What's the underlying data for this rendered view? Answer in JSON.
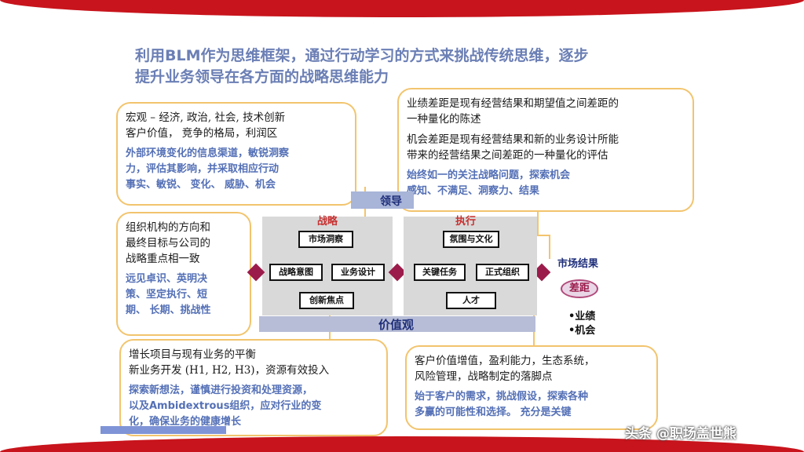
{
  "title": {
    "line1": "利用BLM作为思维框架，通过行动学习的方式来挑战传统思维，逐步",
    "line2": "提升业务领导在各方面的战略思维能力"
  },
  "callouts": {
    "macro": {
      "line1": "宏观 – 经济, 政治, 社会, 技术创新",
      "line2": "客户价值， 竞争的格局，利润区",
      "blue1": "外部环境变化的信息渠道，敏锐洞察",
      "blue2": "力，评估其影响，并采取相应行动",
      "blue3": "事实、敏锐、 变化、 威胁、机会"
    },
    "gap_def": {
      "line1": "业绩差距是现有经营结果和期望值之间差距的",
      "line2": "一种量化的陈述",
      "line3": "机会差距是现有经营结果和新的业务设计所能",
      "line4": "带来的经营结果之间差距的一种量化的评估",
      "blue1": "始终如一的关注战略问题，探索机会",
      "blue2": "感知、不满足、洞察力、结果"
    },
    "org": {
      "line1": "组织机构的方向和",
      "line2": "最终目标与公司的",
      "line3": "战略重点相一致",
      "blue1": "远见卓识、英明决",
      "blue2": "策、坚定执行、短",
      "blue3": "期、 长期、挑战性"
    },
    "growth": {
      "line1": "增长项目与现有业务的平衡",
      "line2": "新业务开发 (H1, H2, H3)，资源有效投入",
      "blue1": "探索新想法，谨慎进行投资和处理资源，",
      "blue2": "以及Ambidextrous组织，应对行业的变",
      "blue3": "化，确保业务的健康增长"
    },
    "customer": {
      "line1": "客户价值增值，盈利能力，生态系统，",
      "line2": "风险管理，战略制定的落脚点",
      "blue1": "始于客户的需求，挑战假设，探索各种",
      "blue2": "多赢的可能性和选择。 充分是关键"
    }
  },
  "diagram": {
    "leadership": "领导",
    "strategy_label": "战略",
    "execution_label": "执行",
    "strategy_boxes": {
      "market_insight": "市场洞察",
      "strategic_intent": "战略意图",
      "business_design": "业务设计",
      "innovation_focus": "创新焦点"
    },
    "execution_boxes": {
      "culture": "氛围与文化",
      "key_tasks": "关键任务",
      "formal_org": "正式组织",
      "talent": "人才"
    },
    "values": "价值观",
    "market_results": "市场结果",
    "gap": "差距",
    "bullet1": "•业绩",
    "bullet2": "•机会"
  },
  "watermark": "头条 @职场盖世熊",
  "colors": {
    "brand_red": "#c8141c",
    "callout_border": "#f2c46d",
    "title_blue": "#6b7fb5",
    "diamond": "#9b1b4a"
  }
}
